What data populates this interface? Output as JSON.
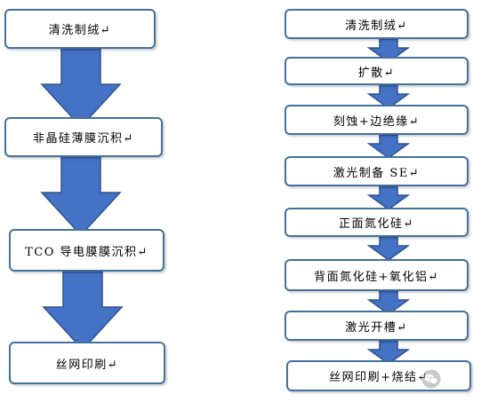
{
  "left_flow": {
    "steps": [
      "清洗制绒↵",
      "非晶硅薄膜沉积↵",
      "TCO 导电膜膜沉积↵",
      "丝网印刷↵"
    ]
  },
  "right_flow": {
    "steps": [
      "清洗制绒↵",
      "扩散↵",
      "刻蚀+边绝缘↵",
      "激光制备 SE↵",
      "正面氮化硅↵",
      "背面氮化硅+氧化铝↵",
      "激光开槽↵",
      "丝网印刷+烧结↵"
    ]
  },
  "colors": {
    "box_border": "#41719C",
    "box_fill": "#FFFFFF",
    "arrow_fill": "#4472C4",
    "arrow_stroke": "#2F528F"
  },
  "icons": {
    "connector": "down-arrow-icon",
    "watermark": "wechat-logo-icon"
  }
}
